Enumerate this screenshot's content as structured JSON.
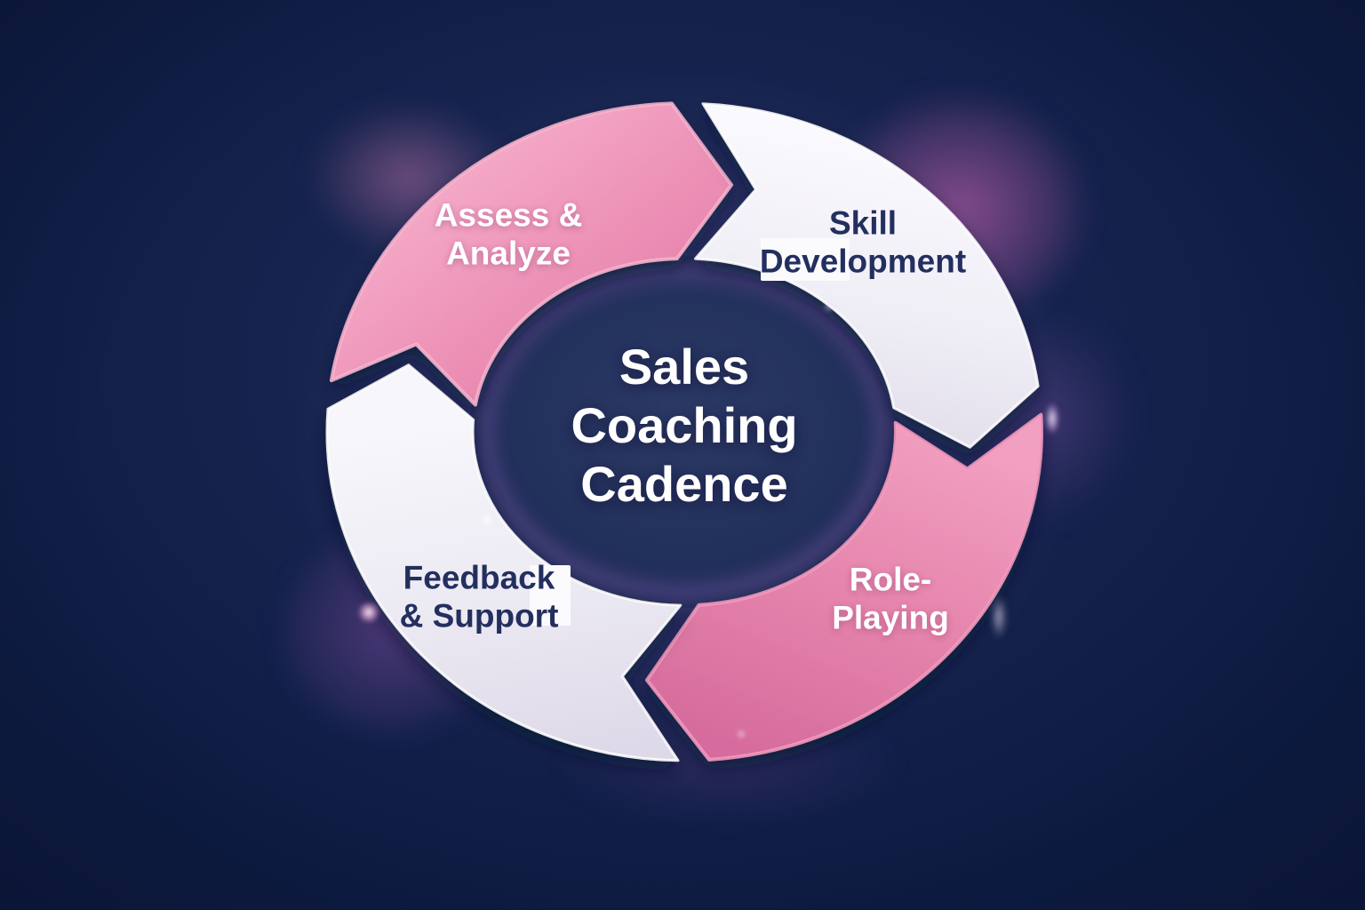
{
  "diagram": {
    "title": "Sales\nCoaching\nCadence",
    "segments": [
      {
        "id": "assess",
        "label": "Assess &\nAnalyze",
        "text_color": "#ffffff",
        "fill": [
          "#f6aeca",
          "#ec8fb5",
          "#de74a1"
        ],
        "stroke": "#f8b5cf"
      },
      {
        "id": "skill",
        "label": "Skill\nDevelopment",
        "text_color": "#232f5e",
        "fill": [
          "#fbfafe",
          "#efedf5",
          "#dcd8e7"
        ],
        "stroke": "#ffffff"
      },
      {
        "id": "role",
        "label": "Role-\nPlaying",
        "text_color": "#ffffff",
        "fill": [
          "#f2a0c1",
          "#e685ad",
          "#d66c9d"
        ],
        "stroke": "#f49bc0"
      },
      {
        "id": "feedback",
        "label": "Feedback\n& Support",
        "text_color": "#232f5e",
        "fill": [
          "#f7f6fb",
          "#eceaf3",
          "#ded9e9"
        ],
        "stroke": "#ffffff"
      }
    ],
    "colors": {
      "background": "#101f48",
      "center_fill": "#243160",
      "accent_pink": "#e685ad",
      "accent_white": "#f2f0f8",
      "glow_magenta": "#ec6ec8",
      "glow_purple": "#9655af",
      "navy_text": "#232f5e"
    },
    "flow_direction": "clockwise"
  }
}
